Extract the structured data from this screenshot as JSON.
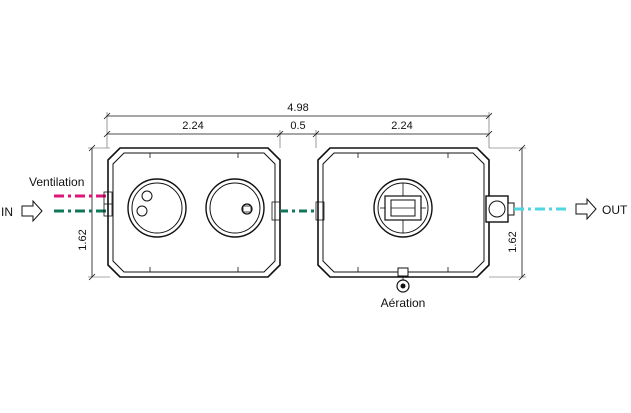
{
  "dimensions": {
    "overall_length": "4.98",
    "tank1_length": "2.24",
    "gap": "0.5",
    "tank2_length": "2.24",
    "width_left": "1.62",
    "width_right": "1.62"
  },
  "labels": {
    "inlet": "IN",
    "outlet": "OUT",
    "ventilation": "Ventilation",
    "aeration": "Aération"
  },
  "colors": {
    "ventilation_pipe": "#e0157a",
    "inlet_pipe": "#11775a",
    "connection_pipe": "#11775a",
    "outlet_pipe": "#4fd6e0",
    "line": "#111111"
  },
  "icons": {
    "inlet_arrow": "hollow-right-arrow-icon",
    "outlet_arrow": "hollow-right-arrow-icon"
  }
}
